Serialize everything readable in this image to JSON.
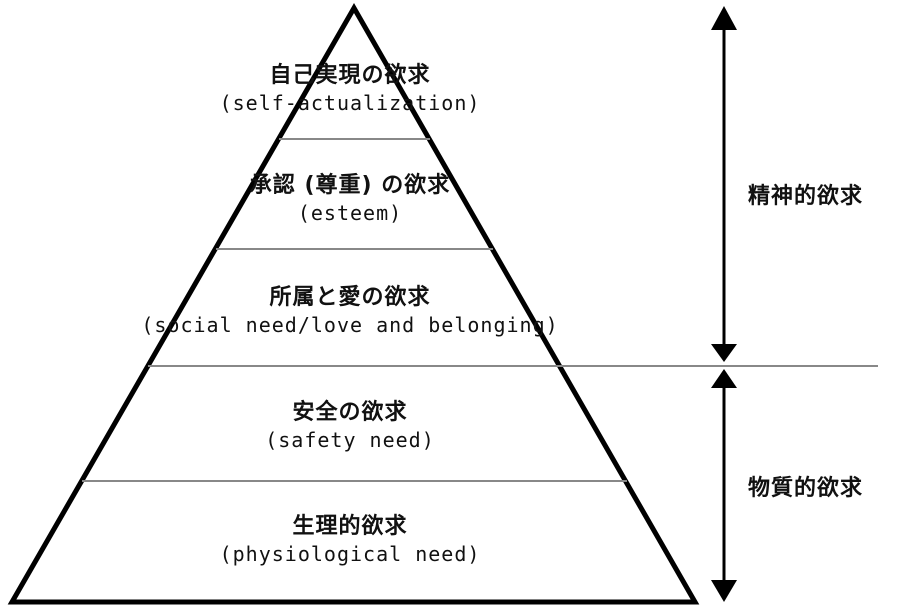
{
  "pyramid": {
    "levels": [
      {
        "jp": "自己実現の欲求",
        "en": "(self-actualization)"
      },
      {
        "jp": "承認 (尊重) の欲求",
        "en": "(esteem)"
      },
      {
        "jp": "所属と愛の欲求",
        "en": "(social need/love and belonging)"
      },
      {
        "jp": "安全の欲求",
        "en": "(safety need)"
      },
      {
        "jp": "生理的欲求",
        "en": "(physiological need)"
      }
    ]
  },
  "side_labels": {
    "upper": "精神的欲求",
    "lower": "物質的欲求"
  }
}
